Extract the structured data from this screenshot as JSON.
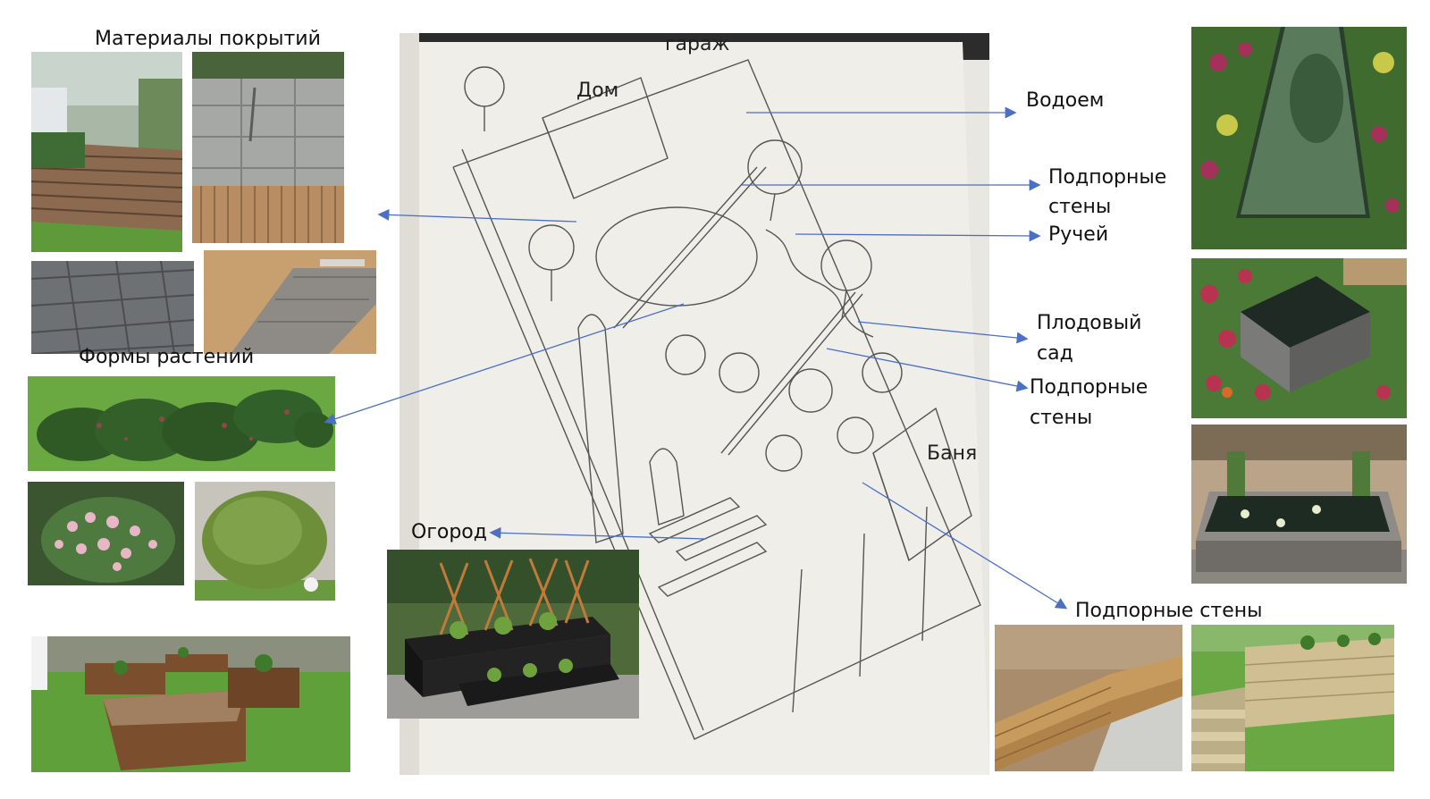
{
  "labels": {
    "materials": "Материалы покрытий",
    "plant_forms": "Формы растений",
    "vodoem": "Водоем",
    "podpornye_steny_1a": "Подпорные",
    "podpornye_steny_1b": "стены",
    "ruchey": "Ручей",
    "plodovy_a": "Плодовый",
    "plodovy_b": "сад",
    "podpornye_steny_2a": "Подпорные",
    "podpornye_steny_2b": "стены",
    "podpornye_steny_3": "Подпорные стены",
    "ogorod": "Огород"
  },
  "sketch_labels": {
    "garage": "гараж",
    "house": "Дом",
    "banya": "Баня"
  },
  "colors": {
    "arrow": "#4a6fc4",
    "paper": "#e9e7e2",
    "grass": "#5a9a3a",
    "wood": "#8a5a34"
  }
}
